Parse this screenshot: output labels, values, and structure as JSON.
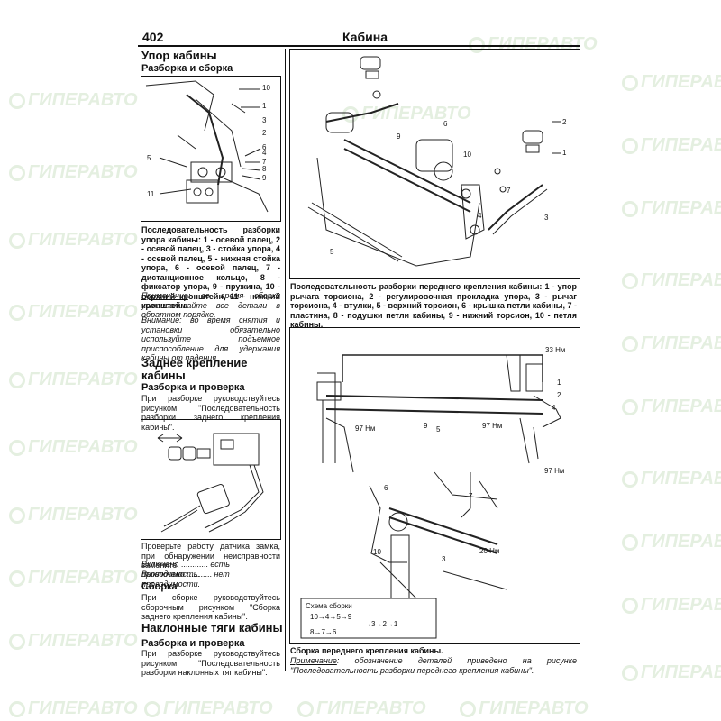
{
  "header": {
    "page_number": "402",
    "title": "Кабина"
  },
  "watermark": {
    "text": "ГИПЕРАВТО"
  },
  "left": {
    "s1_title": "Упор кабины",
    "s1_sub": "Разборка и сборка",
    "fig1_caption": "Последовательность разборки упора кабины: 1 - осевой палец, 2 - осевой палец, 3 - стойка упора, 4 - осевой палец, 5 - нижняя стойка упора, 6 - осевой палец, 7 - дистанционное кольцо, 8 - фиксатор упора, 9 - пружина, 10 - верхний кронштейн, 11 - нижний кронштейн.",
    "note1_label": "Примечание",
    "note1_text": ": во время сборки устанавливайте все детали в обратном порядке.",
    "note2_label": "Внимание",
    "note2_text": ": во время снятия и установки обязательно используйте подъемное приспособление для удержания кабины от падения.",
    "s2_title": "Заднее крепление кабины",
    "s2_sub": "Разборка и проверка",
    "s2_text": "При разборке руководствуйтесь рисунком \"Последовательность разборки заднего крепления кабины\".",
    "check_text": "Проверьте работу датчика замка, при обнаружении неисправности замените.",
    "check_on_label": "Включено",
    "check_on_value": "есть проводимость.",
    "check_off_label": "Выключено",
    "check_off_value": "нет проводимости.",
    "s3_sub": "Сборка",
    "s3_text": "При сборке руководствуйтесь сборочным рисунком \"Сборка заднего крепления кабины\".",
    "s4_title": "Наклонные тяги кабины",
    "s4_sub": "Разборка и проверка",
    "s4_text": "При разборке руководствуйтесь рисунком \"Последовательность разборки наклонных тяг кабины\"."
  },
  "right": {
    "fig2_caption": "Последовательность разборки переднего крепления кабины: 1 - упор рычага торсиона, 2 - регулировочная прокладка упора, 3 - рычаг торсиона, 4 - втулки, 5 - верхний торсион, 6 - крышка петли кабины, 7 - пластина, 8 - подушки петли кабины, 9 - нижний торсион, 10 - петля кабины.",
    "fig3_caption": "Сборка переднего крепления кабины.",
    "note_label": "Примечание",
    "note_text": ": обозначение деталей приведено на рисунке \"Последовательность разборки переднего крепления кабины\".",
    "scheme_title": "Схема сборки",
    "scheme_row1": "10→4→5→9",
    "scheme_out": "→3→2→1",
    "scheme_row2": "8→7→6",
    "torques": [
      "33 Нм",
      "97 Нм",
      "97 Нм",
      "97 Нм",
      "20 Нм"
    ]
  },
  "fig1_labels": [
    "10",
    "1",
    "2",
    "3",
    "4",
    "5",
    "6",
    "7",
    "8",
    "9",
    "11"
  ],
  "fig2_labels": [
    "2",
    "1",
    "6",
    "9",
    "10",
    "7",
    "3",
    "4",
    "5"
  ],
  "fig3_labels": [
    "9",
    "5",
    "1",
    "2",
    "4",
    "6",
    "7",
    "10",
    "3"
  ]
}
